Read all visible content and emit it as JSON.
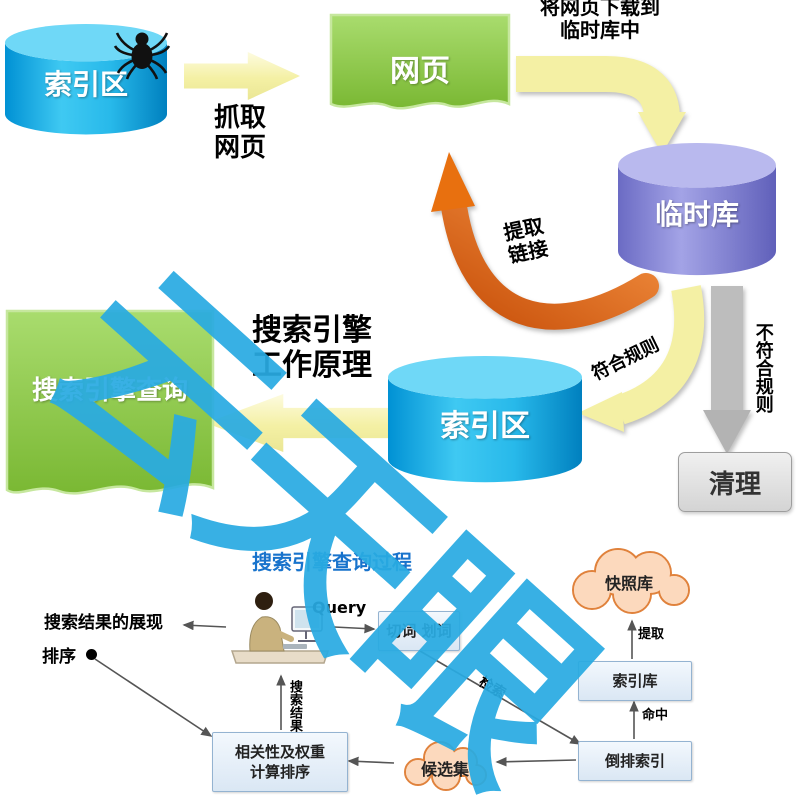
{
  "watermark": {
    "text": "云天眼"
  },
  "colors": {
    "cylinder_blue": "#00aeef",
    "cylinder_purple": "#8585d6",
    "doc_green": "#8dc63f",
    "arrow_cream": "#f4f0a4",
    "arrow_orange": "#e36c0a",
    "arrow_gray": "#b5b5b5",
    "watermark_blue": "#29abe2",
    "box_blue_bg": "#dce9f6",
    "cloud_peach": "#fcd9bd"
  },
  "top_flow": {
    "source_db": "索引区",
    "crawl_label_line1": "抓取",
    "crawl_label_line2": "网页",
    "webpage": "网页",
    "download_line1": "将网页下载到",
    "download_line2": "临时库中",
    "temp_db": "临时库",
    "extract_line1": "提取",
    "extract_line2": "链接",
    "match_label": "符合规则",
    "nomatch_label": "不符合规则",
    "cleanup": "清理",
    "index_db": "索引区",
    "query_doc": "搜索引擎查询",
    "caption_line1": "搜索引擎",
    "caption_line2": "工作原理"
  },
  "query_flow": {
    "title": "搜索引擎查询过程",
    "query": "Query",
    "segment_box": "切词 划词",
    "retrieve": "检索",
    "snapshot": "快照库",
    "index_store": "索引库",
    "hit": "命中",
    "extract": "提取",
    "inverted_index": "倒排索引",
    "candidate": "候选集",
    "rank_line1": "相关性及权重",
    "rank_line2": "计算排序",
    "results_label": "搜索结果",
    "display_line1": "搜索结果的展现",
    "display_line2": "排序"
  }
}
